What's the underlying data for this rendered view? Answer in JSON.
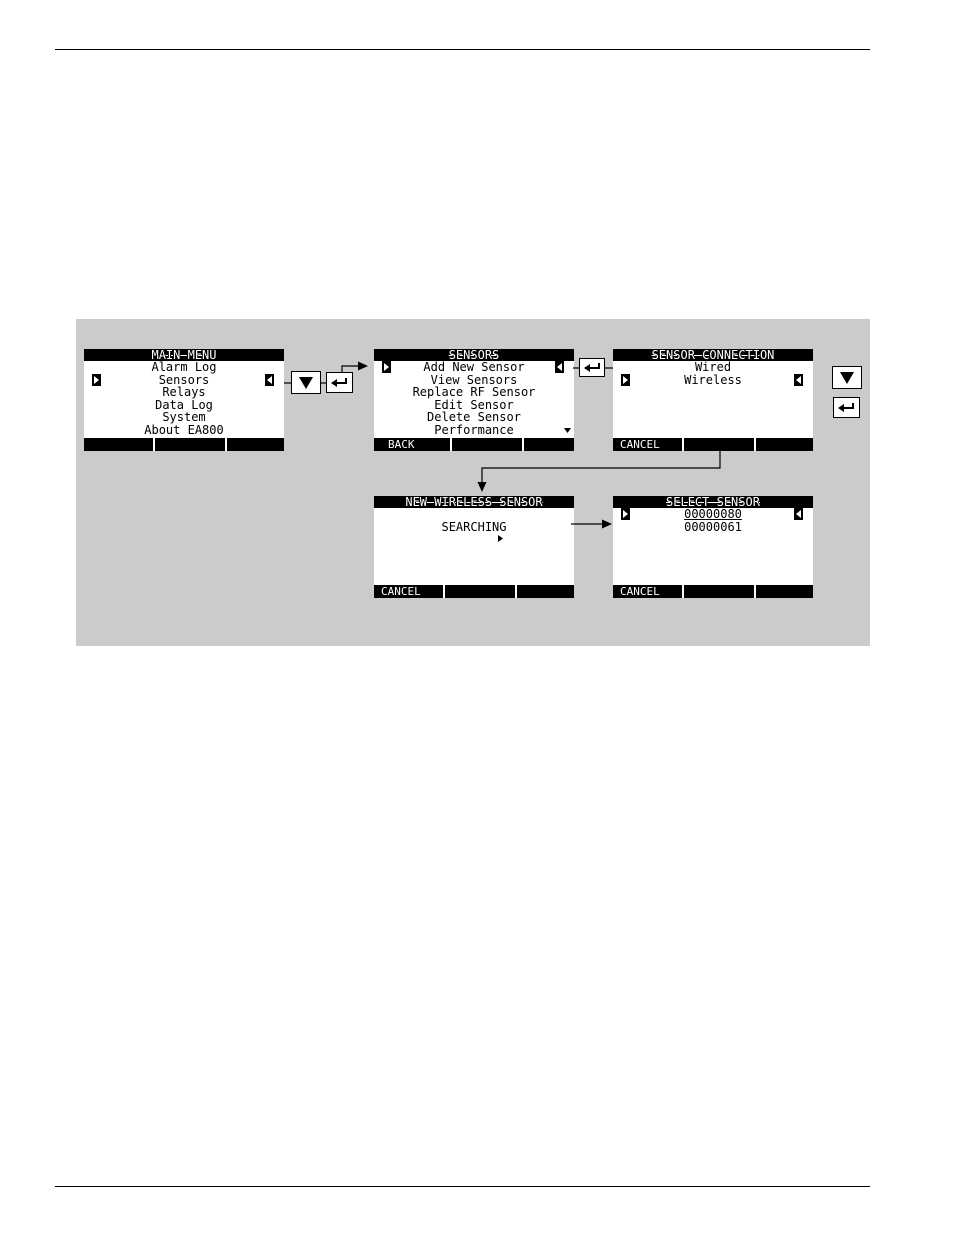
{
  "screens": {
    "main_menu": {
      "title": "MAIN MENU",
      "items": [
        "Alarm Log",
        "Sensors",
        "Relays",
        "Data Log",
        "System",
        "About EA800"
      ],
      "softkeys": [
        "",
        "",
        ""
      ]
    },
    "sensors": {
      "title": "SENSORS",
      "items": [
        "Add New Sensor",
        "View Sensors",
        "Replace RF Sensor",
        "Edit Sensor",
        "Delete Sensor",
        "Performance"
      ],
      "softkeys": [
        "BACK",
        "",
        ""
      ]
    },
    "sensor_connection": {
      "title": "SENSOR CONNECTION",
      "items": [
        "Wired",
        "Wireless"
      ],
      "softkeys": [
        "CANCEL",
        "",
        ""
      ]
    },
    "new_wireless_sensor": {
      "title": "NEW WIRELESS SENSOR",
      "status": "SEARCHING",
      "softkeys": [
        "CANCEL",
        "",
        ""
      ]
    },
    "select_sensor": {
      "title": "SELECT SENSOR",
      "items": [
        "00000080",
        "00000061"
      ],
      "softkeys": [
        "CANCEL",
        "",
        ""
      ]
    }
  },
  "keys": {
    "down": "down-arrow-icon",
    "enter": "enter-icon"
  },
  "colors": {
    "panel": "#cbcbcb",
    "screen_bar": "#000000"
  }
}
